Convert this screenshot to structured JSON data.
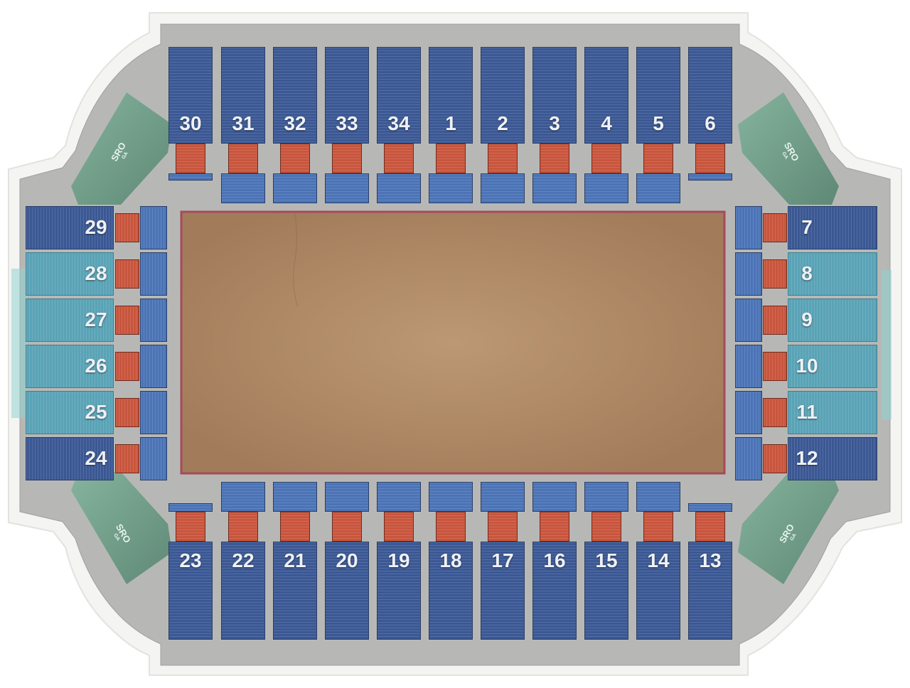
{
  "venue_map": {
    "colors": {
      "background": "#ffffff",
      "concourse": "#b7b8b6",
      "floor": "#b08a66",
      "floor_border": "#a64a5a",
      "upper_seats": "#3b5894",
      "lower_seats": "#4b73b6",
      "pit_seats": "#c9553d",
      "sro_area": "#6e9f8a"
    },
    "sections": {
      "top": [
        "30",
        "31",
        "32",
        "33",
        "34",
        "1",
        "2",
        "3",
        "4",
        "5",
        "6"
      ],
      "bottom": [
        "23",
        "22",
        "21",
        "20",
        "19",
        "18",
        "17",
        "16",
        "15",
        "14",
        "13"
      ],
      "left": [
        "29",
        "28",
        "27",
        "26",
        "25",
        "24"
      ],
      "right": [
        "7",
        "8",
        "9",
        "10",
        "11",
        "12"
      ]
    },
    "sro": {
      "label": "SRO",
      "sublabel": "GA",
      "corners": [
        "top-left",
        "top-right",
        "bottom-left",
        "bottom-right"
      ]
    }
  }
}
